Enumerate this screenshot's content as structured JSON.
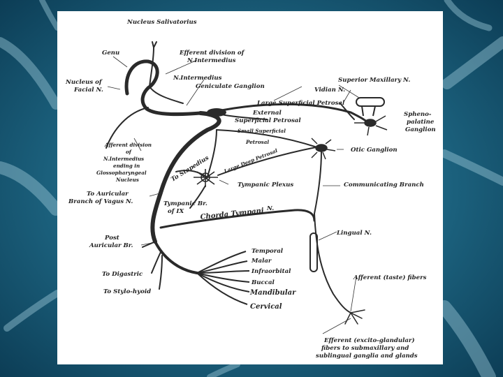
{
  "theme": {
    "background": "#0d4a66",
    "panel": "#ffffff",
    "ink": "#222222"
  },
  "labels": {
    "nucleus_salivatorius": "Nucleus Salivatorius",
    "genu": "Genu",
    "efferent_division_1": "Efferent division of",
    "efferent_division_2": "N.Intermedius",
    "nucleus_facial_1": "Nucleus of",
    "nucleus_facial_2": "Facial N.",
    "n_intermedius": "N.Intermedius",
    "geniculate": "Geniculate Ganglion",
    "large_sup_petrosal": "Large Superficial Petrosal",
    "ext_sup_petrosal_1": "External",
    "ext_sup_petrosal_2": "Superficial Petrosal",
    "small_superficial": "Small Superficial",
    "petrosal": "Petrosal",
    "large_deep_petrosal": "Large Deep Petrosal",
    "superior_maxillary": "Superior Maxillary N.",
    "vidian": "Vidian N.",
    "spheno_1": "Spheno-",
    "spheno_2": "palatine",
    "spheno_3": "Ganglion",
    "otic": "Otic Ganglion",
    "afferent_division_1": "Afferent division",
    "afferent_division_2": "of",
    "afferent_division_3": "N.Intermedius",
    "afferent_division_4": "ending in",
    "afferent_division_5": "Glossopharyngeal",
    "afferent_division_6": "Nucleus",
    "to_stapedius": "To Stapedius",
    "tympanic_plexus": "Tympanic Plexus",
    "communicating": "Communicating Branch",
    "auricular_1": "To Auricular",
    "auricular_2": "Branch of Vagus N.",
    "tympanic_br_1": "Tympanic Br.",
    "tympanic_br_2": "of IX",
    "chorda_tympani": "Chorda Tympani",
    "chorda_n": "N.",
    "lingual": "Lingual N.",
    "post_auricular_1": "Post",
    "post_auricular_2": "Auricular Br.",
    "temporal": "Temporal",
    "malar": "Malar",
    "infraorbital": "Infraorbital",
    "buccal": "Buccal",
    "mandibular": "Mandibular",
    "cervical": "Cervical",
    "to_digastric": "To Digastric",
    "to_stylo_hyoid": "To Stylo-hyoid",
    "afferent_taste": "Afferent (taste) fibers",
    "efferent_exc_1": "Efferent (excito-glandular)",
    "efferent_exc_2": "fibers to submaxillary and",
    "efferent_exc_3": "sublingual ganglia and glands"
  }
}
